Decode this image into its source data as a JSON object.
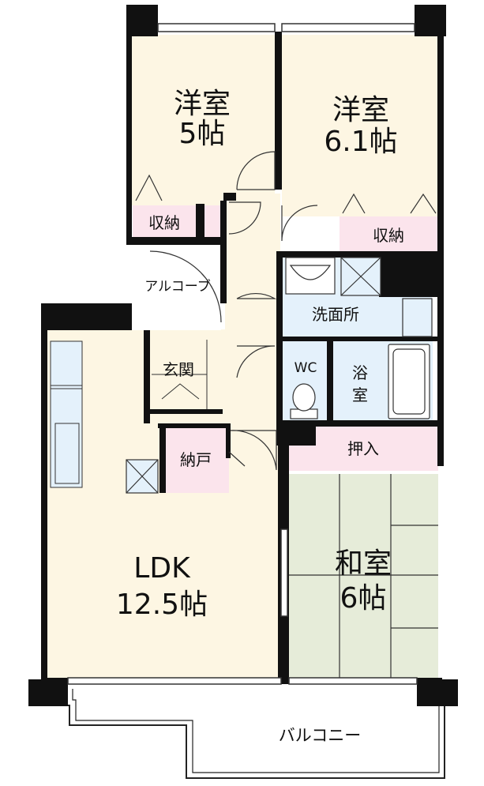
{
  "floor_plan": {
    "rooms": {
      "western_room_1": {
        "name": "洋室",
        "size": "5帖"
      },
      "western_room_2": {
        "name": "洋室",
        "size": "6.1帖"
      },
      "storage_1": {
        "name": "収納"
      },
      "storage_2": {
        "name": "収納"
      },
      "alcove": {
        "name": "アルコーブ"
      },
      "washroom": {
        "name": "洗面所"
      },
      "wc": {
        "name": "WC"
      },
      "bath": {
        "name_line1": "浴",
        "name_line2": "室"
      },
      "entrance": {
        "name": "玄関"
      },
      "closet": {
        "name": "納戸"
      },
      "oshiire": {
        "name": "押入"
      },
      "ldk": {
        "name": "LDK",
        "size": "12.5帖"
      },
      "japanese_room": {
        "name": "和室",
        "size": "6帖"
      },
      "balcony": {
        "name": "バルコニー"
      }
    },
    "colors": {
      "western_floor": "#fdf6e3",
      "ldk_floor": "#fdf6e3",
      "storage_pink": "#fbe4ec",
      "wet_blue": "#e4f1fb",
      "tatami_green": "#e6ecd9",
      "wall": "#111111"
    }
  }
}
